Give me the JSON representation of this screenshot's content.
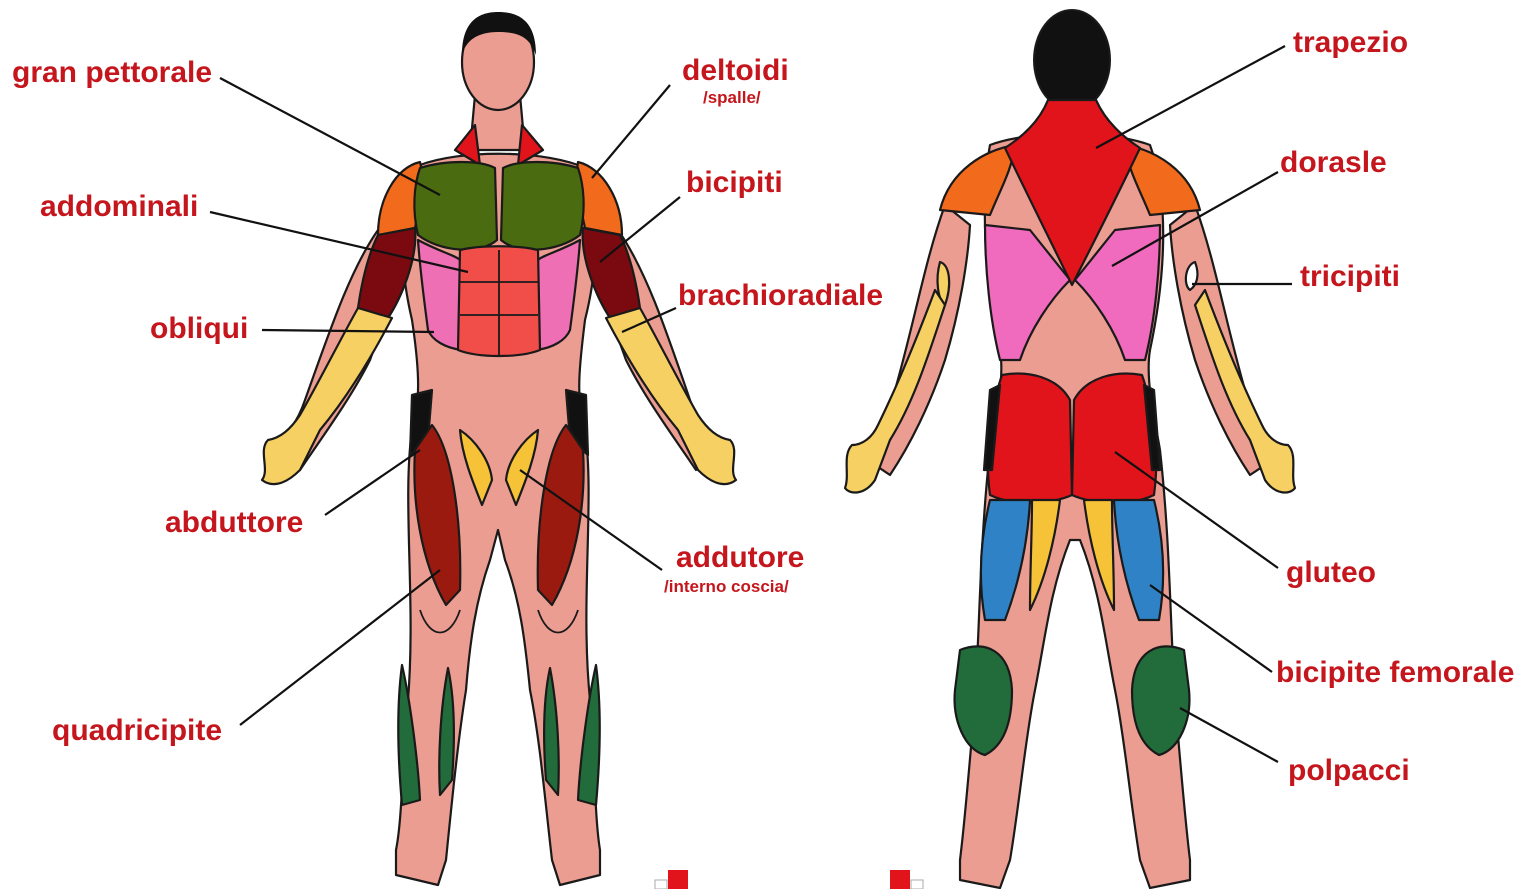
{
  "colors": {
    "skin": "#ec9d91",
    "hair": "#111111",
    "pectorals": "#4a6b0f",
    "deltoids": "#f26a1b",
    "biceps": "#7a0a10",
    "abdominals": "#f14e4a",
    "obliques": "#ef6fb5",
    "forearms_hands": "#f6d062",
    "quadriceps": "#9b1a10",
    "adductor": "#f6c238",
    "calves": "#226b3a",
    "trapezius": "#e0141a",
    "dorsal": "#f06bbd",
    "glutes": "#e0141a",
    "hamstrings": "#2f82c6",
    "label": "#c4161c",
    "leader": "#111111"
  },
  "figures": {
    "front": {
      "view": "front"
    },
    "back": {
      "view": "back"
    }
  },
  "labels": {
    "gran_pettorale": "gran pettorale",
    "addominali": "addominali",
    "obliqui": "obliqui",
    "abduttore": "abduttore",
    "quadricipite": "quadricipite",
    "deltoidi": "deltoidi",
    "deltoidi_note": "/spalle/",
    "bicipiti": "bicipiti",
    "brachioradiale": "brachioradiale",
    "addutore": "addutore",
    "addutore_note": "/interno coscia/",
    "trapezio": "trapezio",
    "dorasle": "dorasle",
    "tricipiti": "tricipiti",
    "gluteo": "gluteo",
    "bicipite_femorale": "bicipite femorale",
    "polpacci": "polpacci"
  }
}
